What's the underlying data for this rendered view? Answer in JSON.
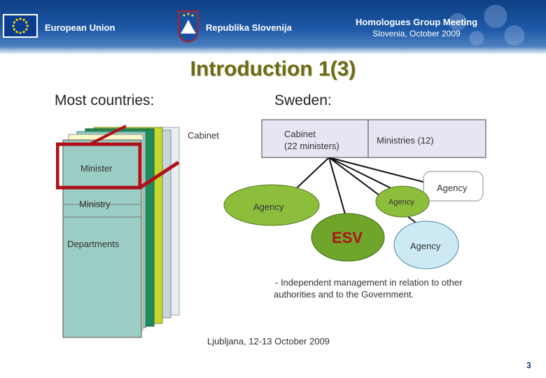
{
  "header": {
    "eu_label": "European Union",
    "slovenia_label": "Republika Slovenija",
    "meeting_title": "Homologues Group Meeting",
    "meeting_sub": "Slovenia, October 2009"
  },
  "slide": {
    "title": "Introduction 1(3)",
    "left_heading": "Most countries:",
    "right_heading": "Sweden:",
    "stack_labels": {
      "minister": "Minister",
      "ministry": "Ministry",
      "departments": "Departments"
    },
    "sweden": {
      "cabinet_label": "Cabinet",
      "cabinet_box_line1": "Cabinet",
      "cabinet_box_line2": "(22 ministers)",
      "ministries_box": "Ministries (12)",
      "agency_top_right": "Agency",
      "agency_small": "Agency",
      "agency_left": "Agency",
      "esv": "ESV",
      "agency_bottom_right": "Agency"
    },
    "note_line1": "- Independent management in relation to other",
    "note_line2": "authorities and to the Government.",
    "footer": "Ljubljana, 12-13 October 2009",
    "page_number": "3"
  },
  "colors": {
    "header_blue": "#0d3f85",
    "title_olive": "#6b6b1e",
    "frame_red": "#b0101a",
    "box_lavender": "#e8e4f2",
    "agency_green": "#8cbe3c",
    "esv_green": "#6fa52a",
    "agency_blue": "#cdeaf4"
  },
  "icons": [
    "eu-flag-icon",
    "slovenia-coat-of-arms-icon",
    "europe-map-watermark"
  ]
}
